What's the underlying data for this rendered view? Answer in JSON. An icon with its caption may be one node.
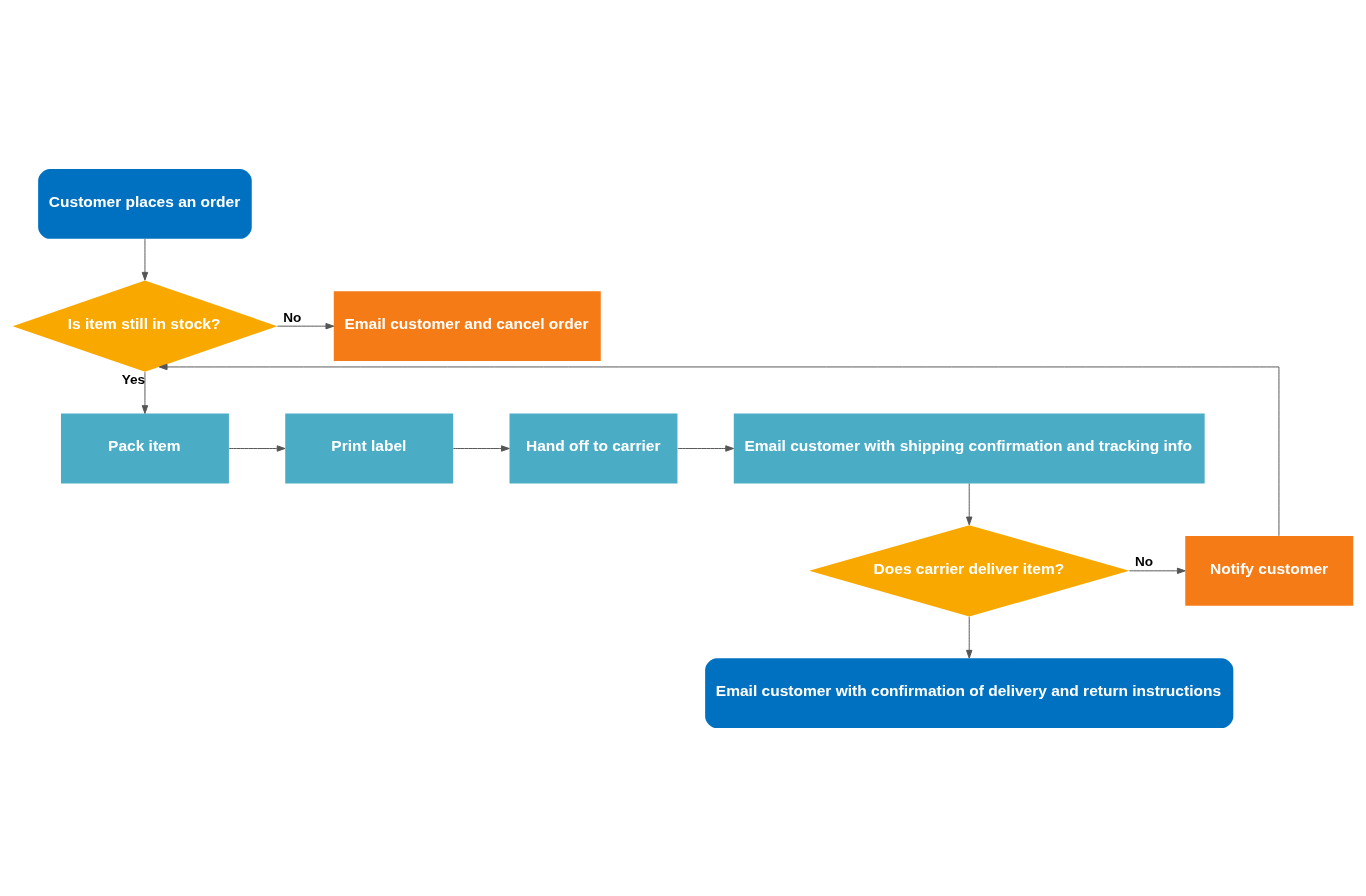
{
  "diagram": {
    "nodes": [
      {
        "text": [
          "Customer places an order"
        ]
      },
      {
        "text": [
          "Is item still in stock?"
        ]
      },
      {
        "text": [
          "Email customer and cancel order"
        ]
      },
      {
        "text": [
          "Pack item"
        ]
      },
      {
        "text": [
          "Print label"
        ]
      },
      {
        "text": [
          "Hand off to carrier"
        ]
      },
      {
        "text": [
          "Email customer with shipping confirmation and tracking info"
        ]
      },
      {
        "text": [
          "Does carrier deliver item?"
        ]
      },
      {
        "text": [
          "Notify customer"
        ]
      },
      {
        "text": [
          "Email customer with confirmation of delivery and return instructions"
        ]
      }
    ],
    "edges": [
      {
        "from": 0,
        "to": 1,
        "arrow": "to"
      },
      {
        "from": 1,
        "to": 2,
        "arrow": "to",
        "label": "No"
      },
      {
        "from": 1,
        "to": 3,
        "arrow": "to",
        "label": "Yes"
      },
      {
        "from": 3,
        "to": 4,
        "arrow": "to"
      },
      {
        "from": 4,
        "to": 5,
        "arrow": "to"
      },
      {
        "from": 5,
        "to": 6,
        "arrow": "to"
      },
      {
        "from": 6,
        "to": 7,
        "arrow": "to"
      },
      {
        "from": 7,
        "to": 8,
        "arrow": "to",
        "label": "No"
      },
      {
        "from": 8,
        "to": 1,
        "arrow": "to"
      },
      {
        "from": 7,
        "to": 9,
        "arrow": "to"
      }
    ]
  }
}
